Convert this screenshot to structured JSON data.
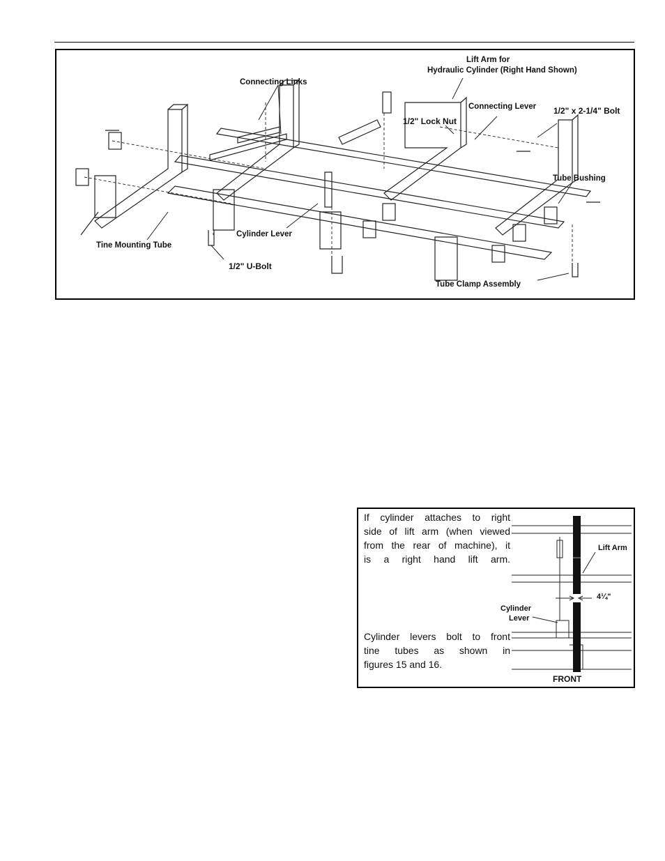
{
  "figure1": {
    "labels": {
      "lift_arm_line1": "Lift Arm for",
      "lift_arm_line2": "Hydraulic Cylinder (Right Hand Shown)",
      "connecting_links": "Connecting Links",
      "connecting_lever": "Connecting Lever",
      "lock_nut": "1/2\" Lock Nut",
      "bolt": "1/2\" x 2-1/4\" Bolt",
      "tube_bushing": "Tube Bushing",
      "cylinder_lever": "Cylinder Lever",
      "tine_mounting_tube": "Tine Mounting Tube",
      "u_bolt": "1/2\" U-Bolt",
      "tube_clamp_assembly": "Tube Clamp Assembly"
    }
  },
  "figure2": {
    "note1": [
      "If cylinder attaches to right",
      "side of lift arm (when viewed",
      "from the rear of machine), it",
      "is a right hand lift arm."
    ],
    "note2": [
      "Cylinder levers bolt to front",
      "tine tubes as shown in",
      "figures 15 and 16."
    ],
    "lift_arm": "Lift Arm",
    "dimension": "4¼\"",
    "cylinder_lever_line1": "Cylinder",
    "cylinder_lever_line2": "Lever",
    "front": "FRONT"
  }
}
